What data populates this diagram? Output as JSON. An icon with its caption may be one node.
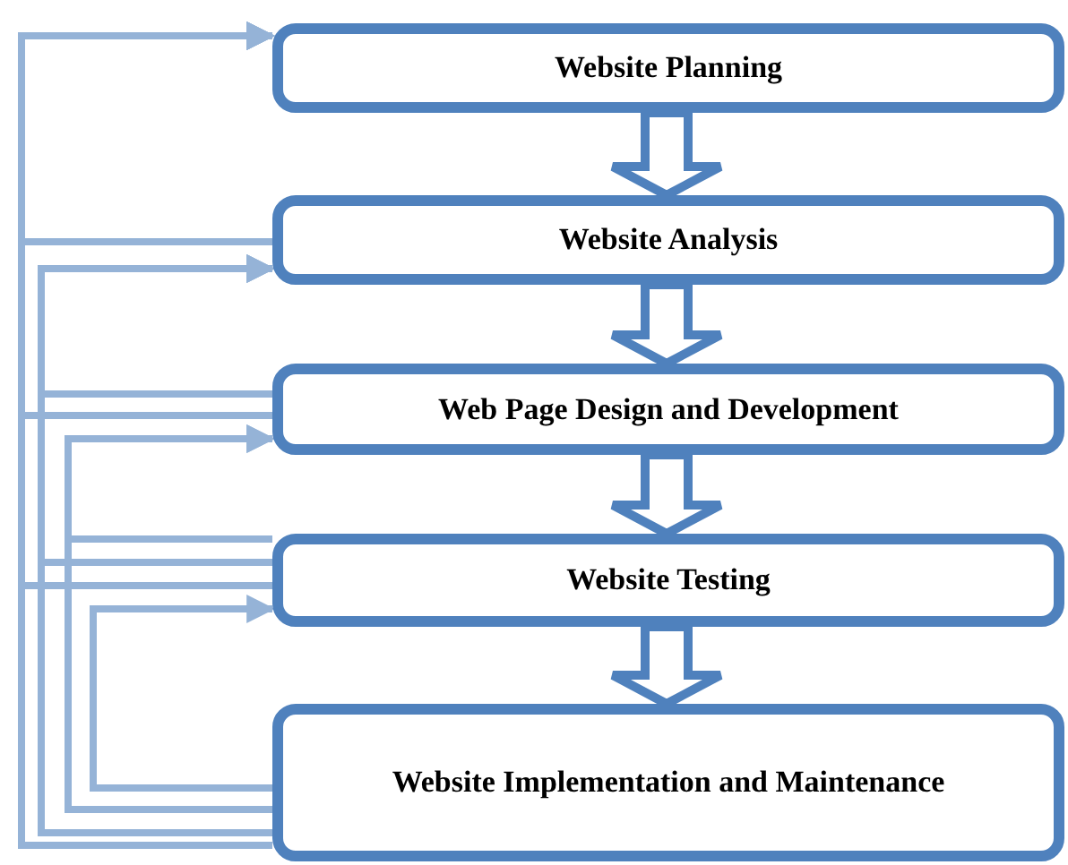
{
  "diagram": {
    "nodes": [
      {
        "text": [
          "Website Planning"
        ]
      },
      {
        "text": [
          "Website Analysis"
        ]
      },
      {
        "text": [
          "Web Page Design and Development"
        ]
      },
      {
        "text": [
          "Website Testing"
        ]
      },
      {
        "text": [
          "Website Implementation and Maintenance"
        ]
      }
    ],
    "edges": [
      {
        "from": 0,
        "to": 1,
        "arrow": "to",
        "style": "thick",
        "color": "#4f81bd"
      },
      {
        "from": 1,
        "to": 2,
        "arrow": "to",
        "style": "thick",
        "color": "#4f81bd"
      },
      {
        "from": 2,
        "to": 3,
        "arrow": "to",
        "style": "thick",
        "color": "#4f81bd"
      },
      {
        "from": 3,
        "to": 4,
        "arrow": "to",
        "style": "thick",
        "color": "#4f81bd"
      },
      {
        "from": 1,
        "to": 0,
        "arrow": "to"
      },
      {
        "from": 2,
        "to": 0,
        "arrow": "to"
      },
      {
        "from": 3,
        "to": 0,
        "arrow": "to"
      },
      {
        "from": 4,
        "to": 0,
        "arrow": "to"
      },
      {
        "from": 2,
        "to": 1,
        "arrow": "to"
      },
      {
        "from": 3,
        "to": 1,
        "arrow": "to"
      },
      {
        "from": 4,
        "to": 1,
        "arrow": "to"
      },
      {
        "from": 3,
        "to": 2,
        "arrow": "to"
      },
      {
        "from": 4,
        "to": 2,
        "arrow": "to"
      },
      {
        "from": 4,
        "to": 3,
        "arrow": "to"
      }
    ]
  }
}
